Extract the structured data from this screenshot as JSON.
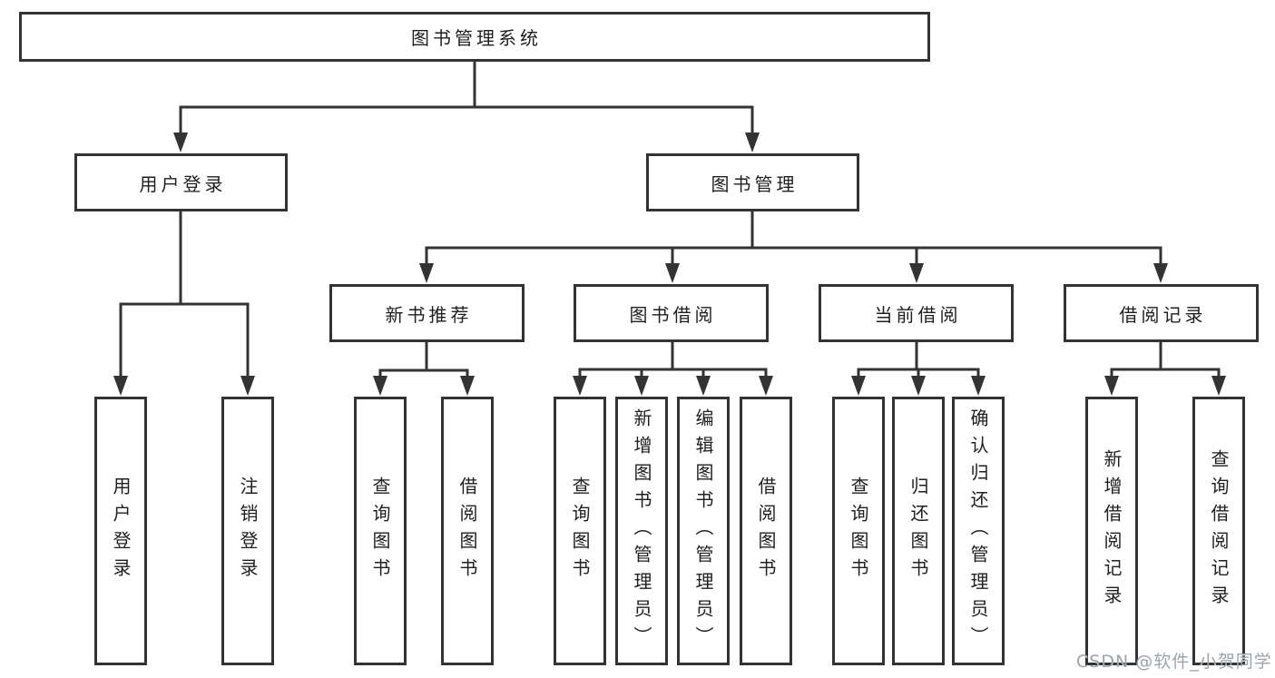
{
  "colors": {
    "background": "#ffffff",
    "line": "#333333",
    "box_border": "#333333",
    "box_fill": "#ffffff",
    "text": "#1f1f1f",
    "watermark": "#989ea4"
  },
  "nodes": {
    "root": {
      "label": "图书管理系统"
    },
    "level2": [
      {
        "label": "用户登录"
      },
      {
        "label": "图书管理"
      }
    ],
    "level3": [
      {
        "label": "新书推荐"
      },
      {
        "label": "图书借阅"
      },
      {
        "label": "当前借阅"
      },
      {
        "label": "借阅记录"
      }
    ],
    "leaves": {
      "user_login": [
        {
          "label": "用户登录"
        },
        {
          "label": "注销登录"
        }
      ],
      "new_book_recommend": [
        {
          "label": "查询图书"
        },
        {
          "label": "借阅图书"
        }
      ],
      "book_borrow": [
        {
          "label": "查询图书"
        },
        {
          "label": "新增图书（管理员）"
        },
        {
          "label": "编辑图书（管理员）"
        },
        {
          "label": "借阅图书"
        }
      ],
      "current_borrow": [
        {
          "label": "查询图书"
        },
        {
          "label": "归还图书"
        },
        {
          "label": "确认归还（管理员）"
        }
      ],
      "borrow_records": [
        {
          "label": "新增借阅记录"
        },
        {
          "label": "查询借阅记录"
        }
      ]
    }
  },
  "watermark": {
    "text": "CSDN @软件_小贺同学"
  }
}
